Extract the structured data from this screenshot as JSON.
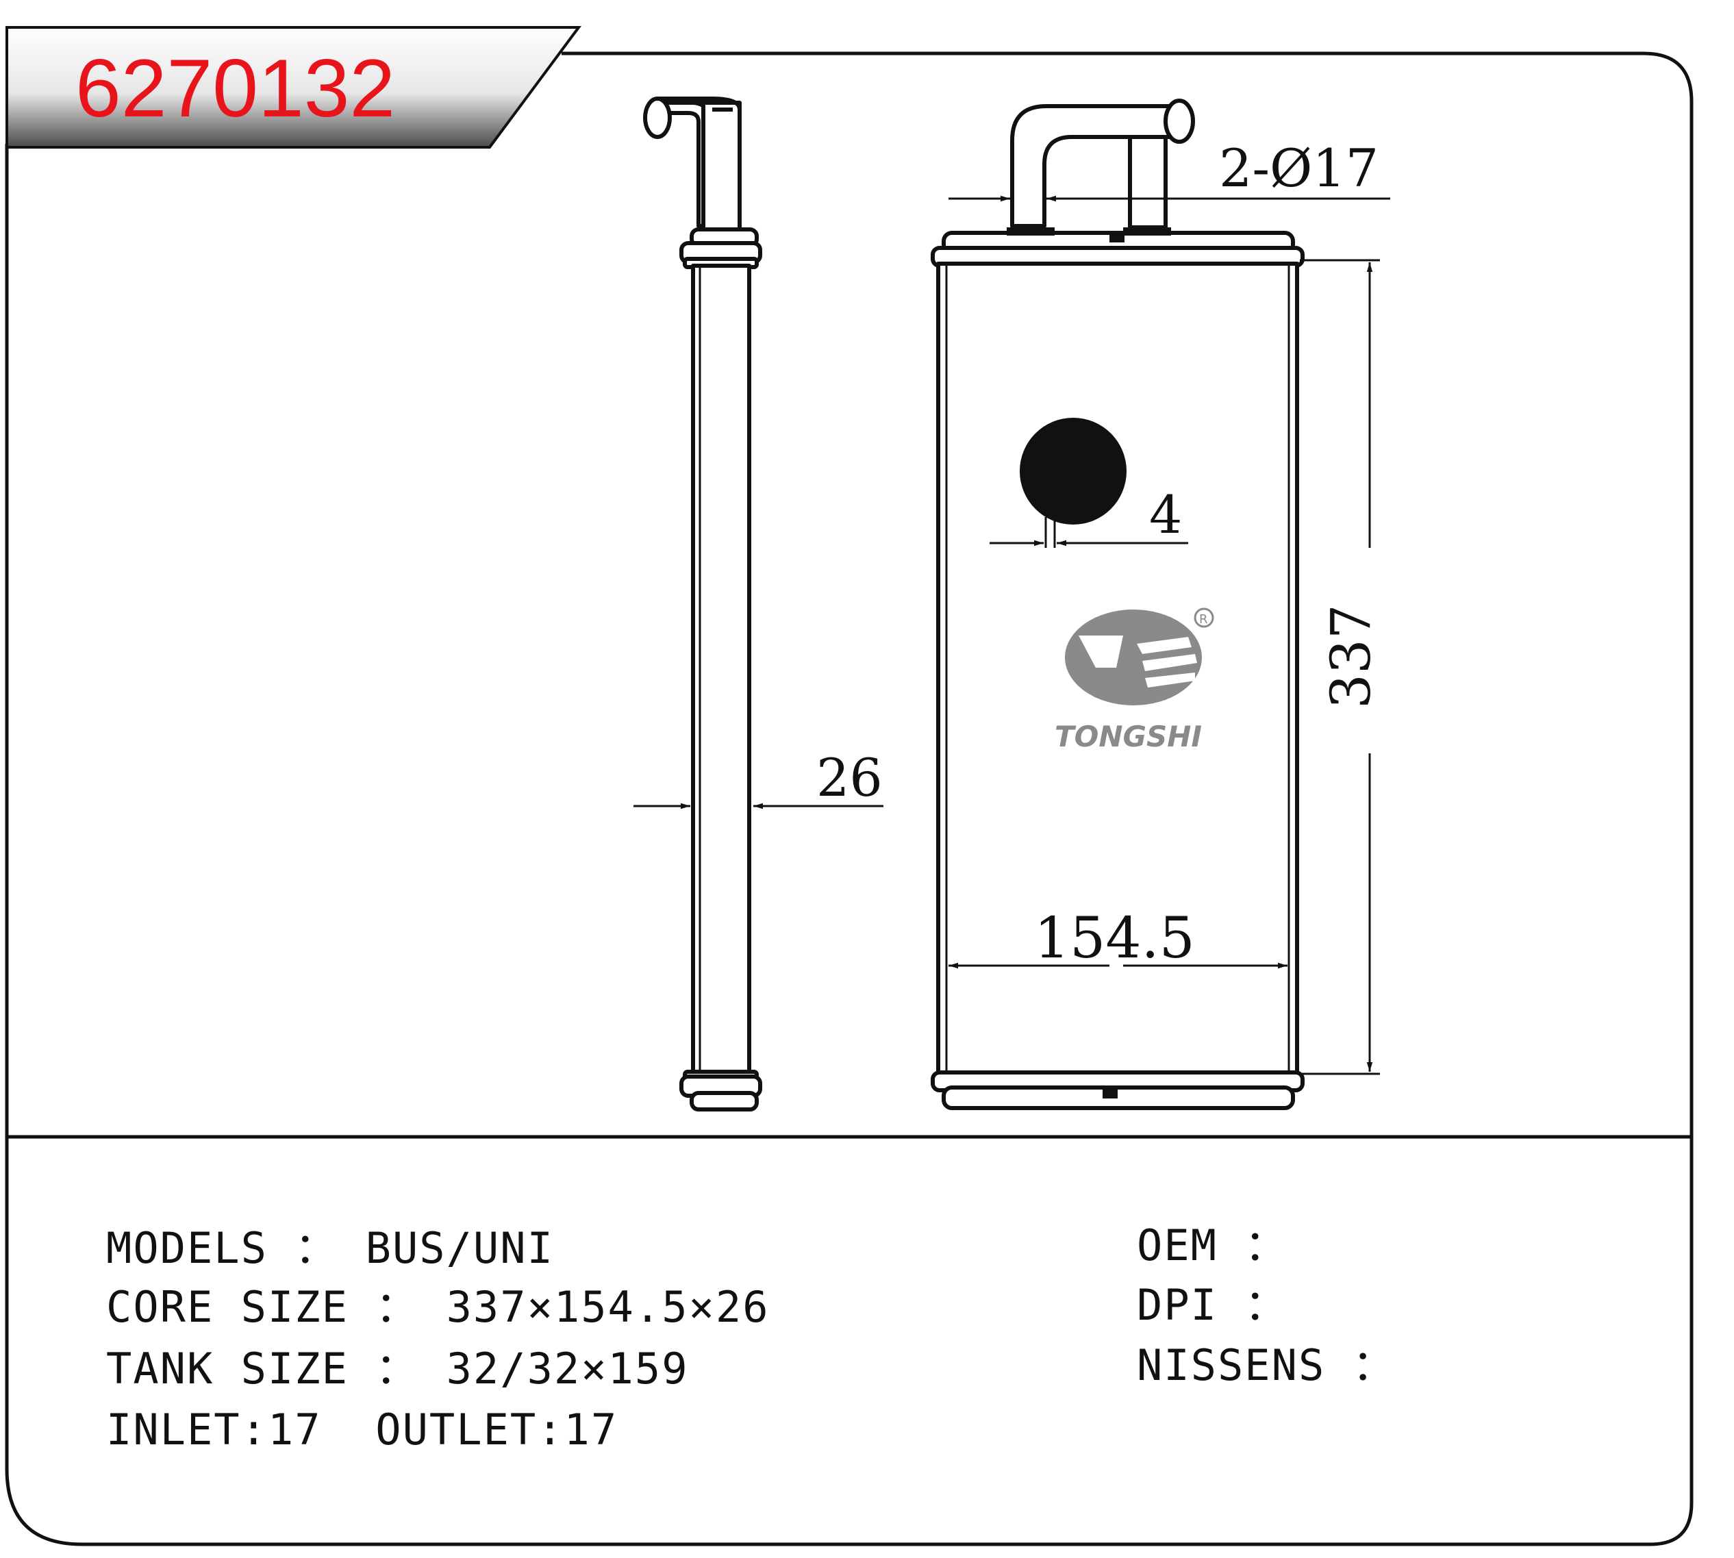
{
  "header": {
    "part_number": "6270132"
  },
  "dimensions": {
    "pipe_diameter": "2-Ø17",
    "wall": "4",
    "height": "337",
    "width": "154.5",
    "thickness": "26"
  },
  "brand": {
    "name": "TONGSHI",
    "registered": "R"
  },
  "specs": {
    "models": "MODELS ： BUS/UNI",
    "core_size": "CORE SIZE ： 337×154.5×26",
    "tank_size": "TANK SIZE ： 32/32×159",
    "inlet_outlet": "INLET:17  OUTLET:17",
    "oem": "OEM ：",
    "dpi": "DPI ：",
    "nissens": "NISSENS ："
  },
  "colors": {
    "part_number": "#e8141b",
    "logo_gray": "#8a8a8a",
    "line": "#111111"
  }
}
